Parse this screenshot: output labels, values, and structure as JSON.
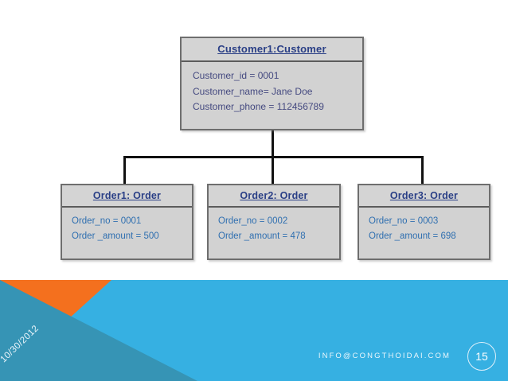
{
  "diagram": {
    "type": "uml-object-diagram",
    "objects": [
      {
        "id": "customer1",
        "title": "Customer1:Customer",
        "attributes": [
          "Customer_id = 0001",
          "Customer_name= Jane Doe",
          "Customer_phone = 112456789"
        ]
      },
      {
        "id": "order1",
        "title": "Order1: Order",
        "attributes": [
          "Order_no = 0001",
          "Order _amount = 500"
        ]
      },
      {
        "id": "order2",
        "title": "Order2: Order",
        "attributes": [
          "Order_no = 0002",
          "Order _amount = 478"
        ]
      },
      {
        "id": "order3",
        "title": "Order3: Order",
        "attributes": [
          "Order_no = 0003",
          "Order _amount = 698"
        ]
      }
    ],
    "links": [
      {
        "from": "customer1",
        "to": "order1"
      },
      {
        "from": "customer1",
        "to": "order2"
      },
      {
        "from": "customer1",
        "to": "order3"
      }
    ]
  },
  "footer": {
    "date": "10/30/2012",
    "email": "INFO@CONGTHOIDAI.COM",
    "page_number": "15",
    "colors": {
      "orange": "#f4701e",
      "light_blue": "#36b0e2",
      "teal": "#3694b5"
    }
  },
  "theme": {
    "box_fill": "#d2d2d2",
    "box_border": "#6e6e6e",
    "title_text": "#2a3f86",
    "customer_attr_text": "#454a80",
    "order_attr_text": "#2f6fb0",
    "connector": "#111111"
  }
}
